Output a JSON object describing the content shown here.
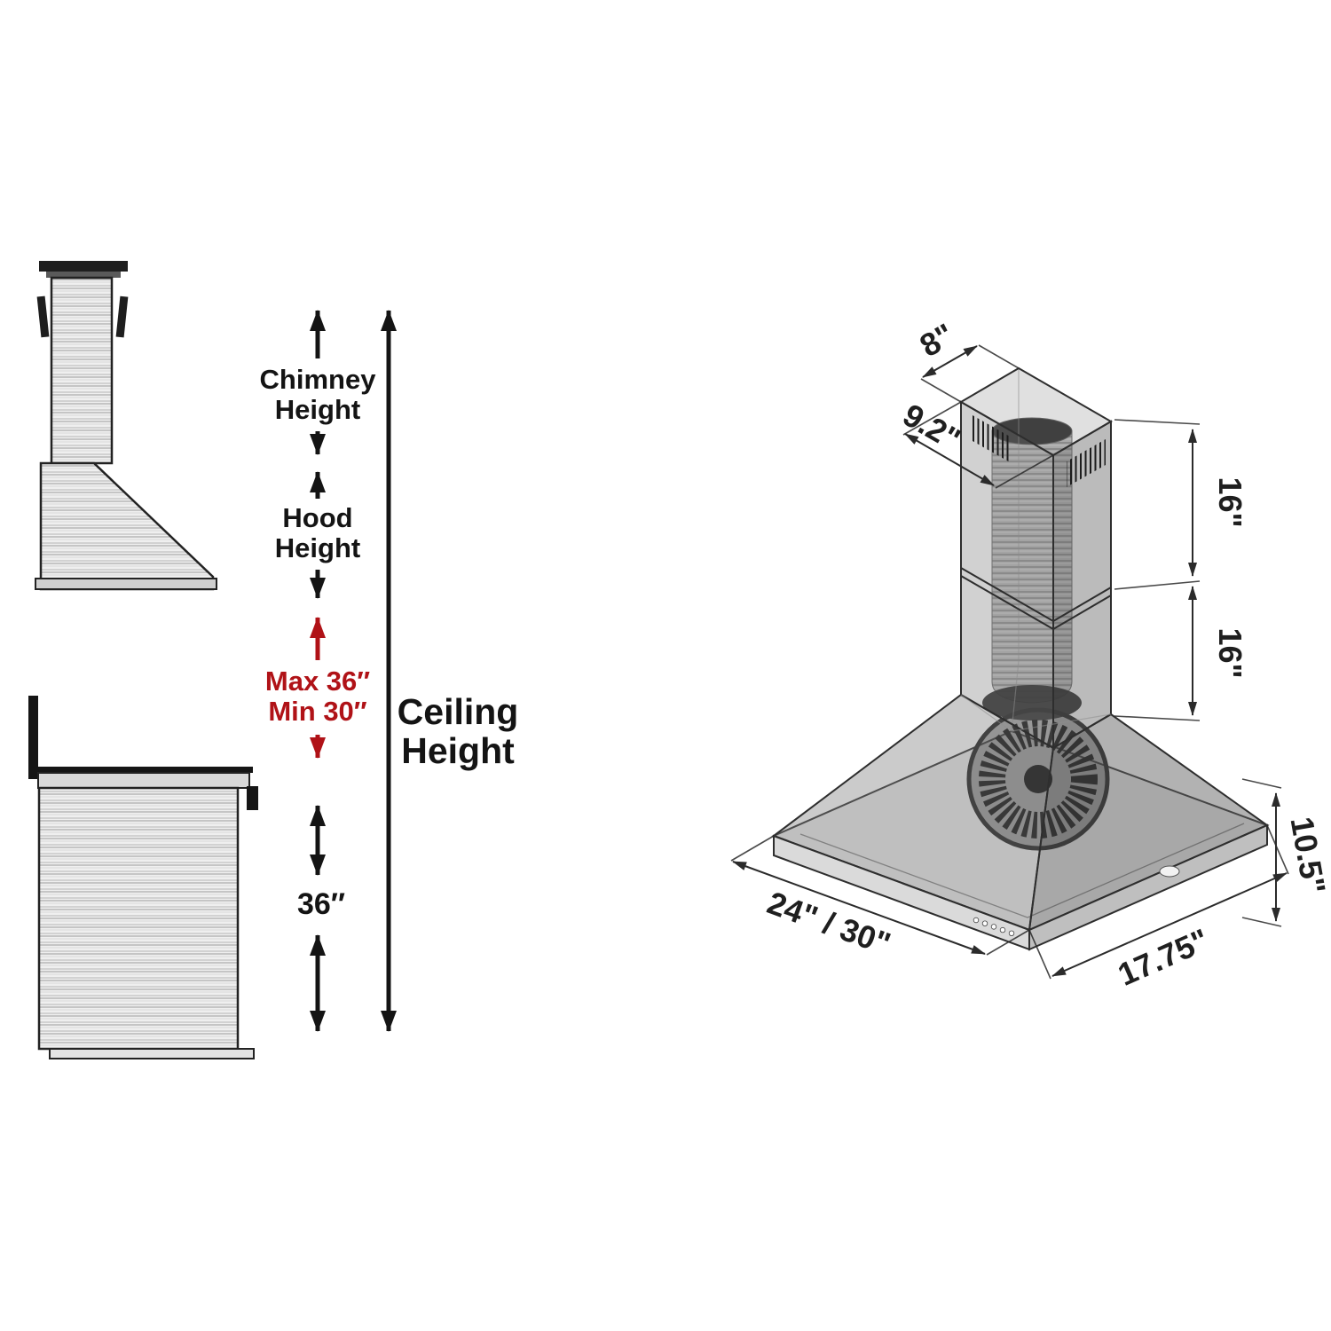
{
  "left": {
    "chimney": {
      "l1": "Chimney",
      "l2": "Height"
    },
    "hood": {
      "l1": "Hood",
      "l2": "Height"
    },
    "clearance": {
      "max": "Max 36″",
      "min": "Min 30″"
    },
    "range_height": "36″",
    "ceiling": {
      "l1": "Ceiling",
      "l2": "Height"
    }
  },
  "right": {
    "top_width": "8\"",
    "top_depth": "9.2\"",
    "chimney_upper": "16\"",
    "chimney_lower": "16\"",
    "hood_height": "10.5\"",
    "hood_width": "24\" / 30\"",
    "hood_depth": "17.75\""
  },
  "colors": {
    "accent_red": "#b01217",
    "ink": "#141414"
  }
}
